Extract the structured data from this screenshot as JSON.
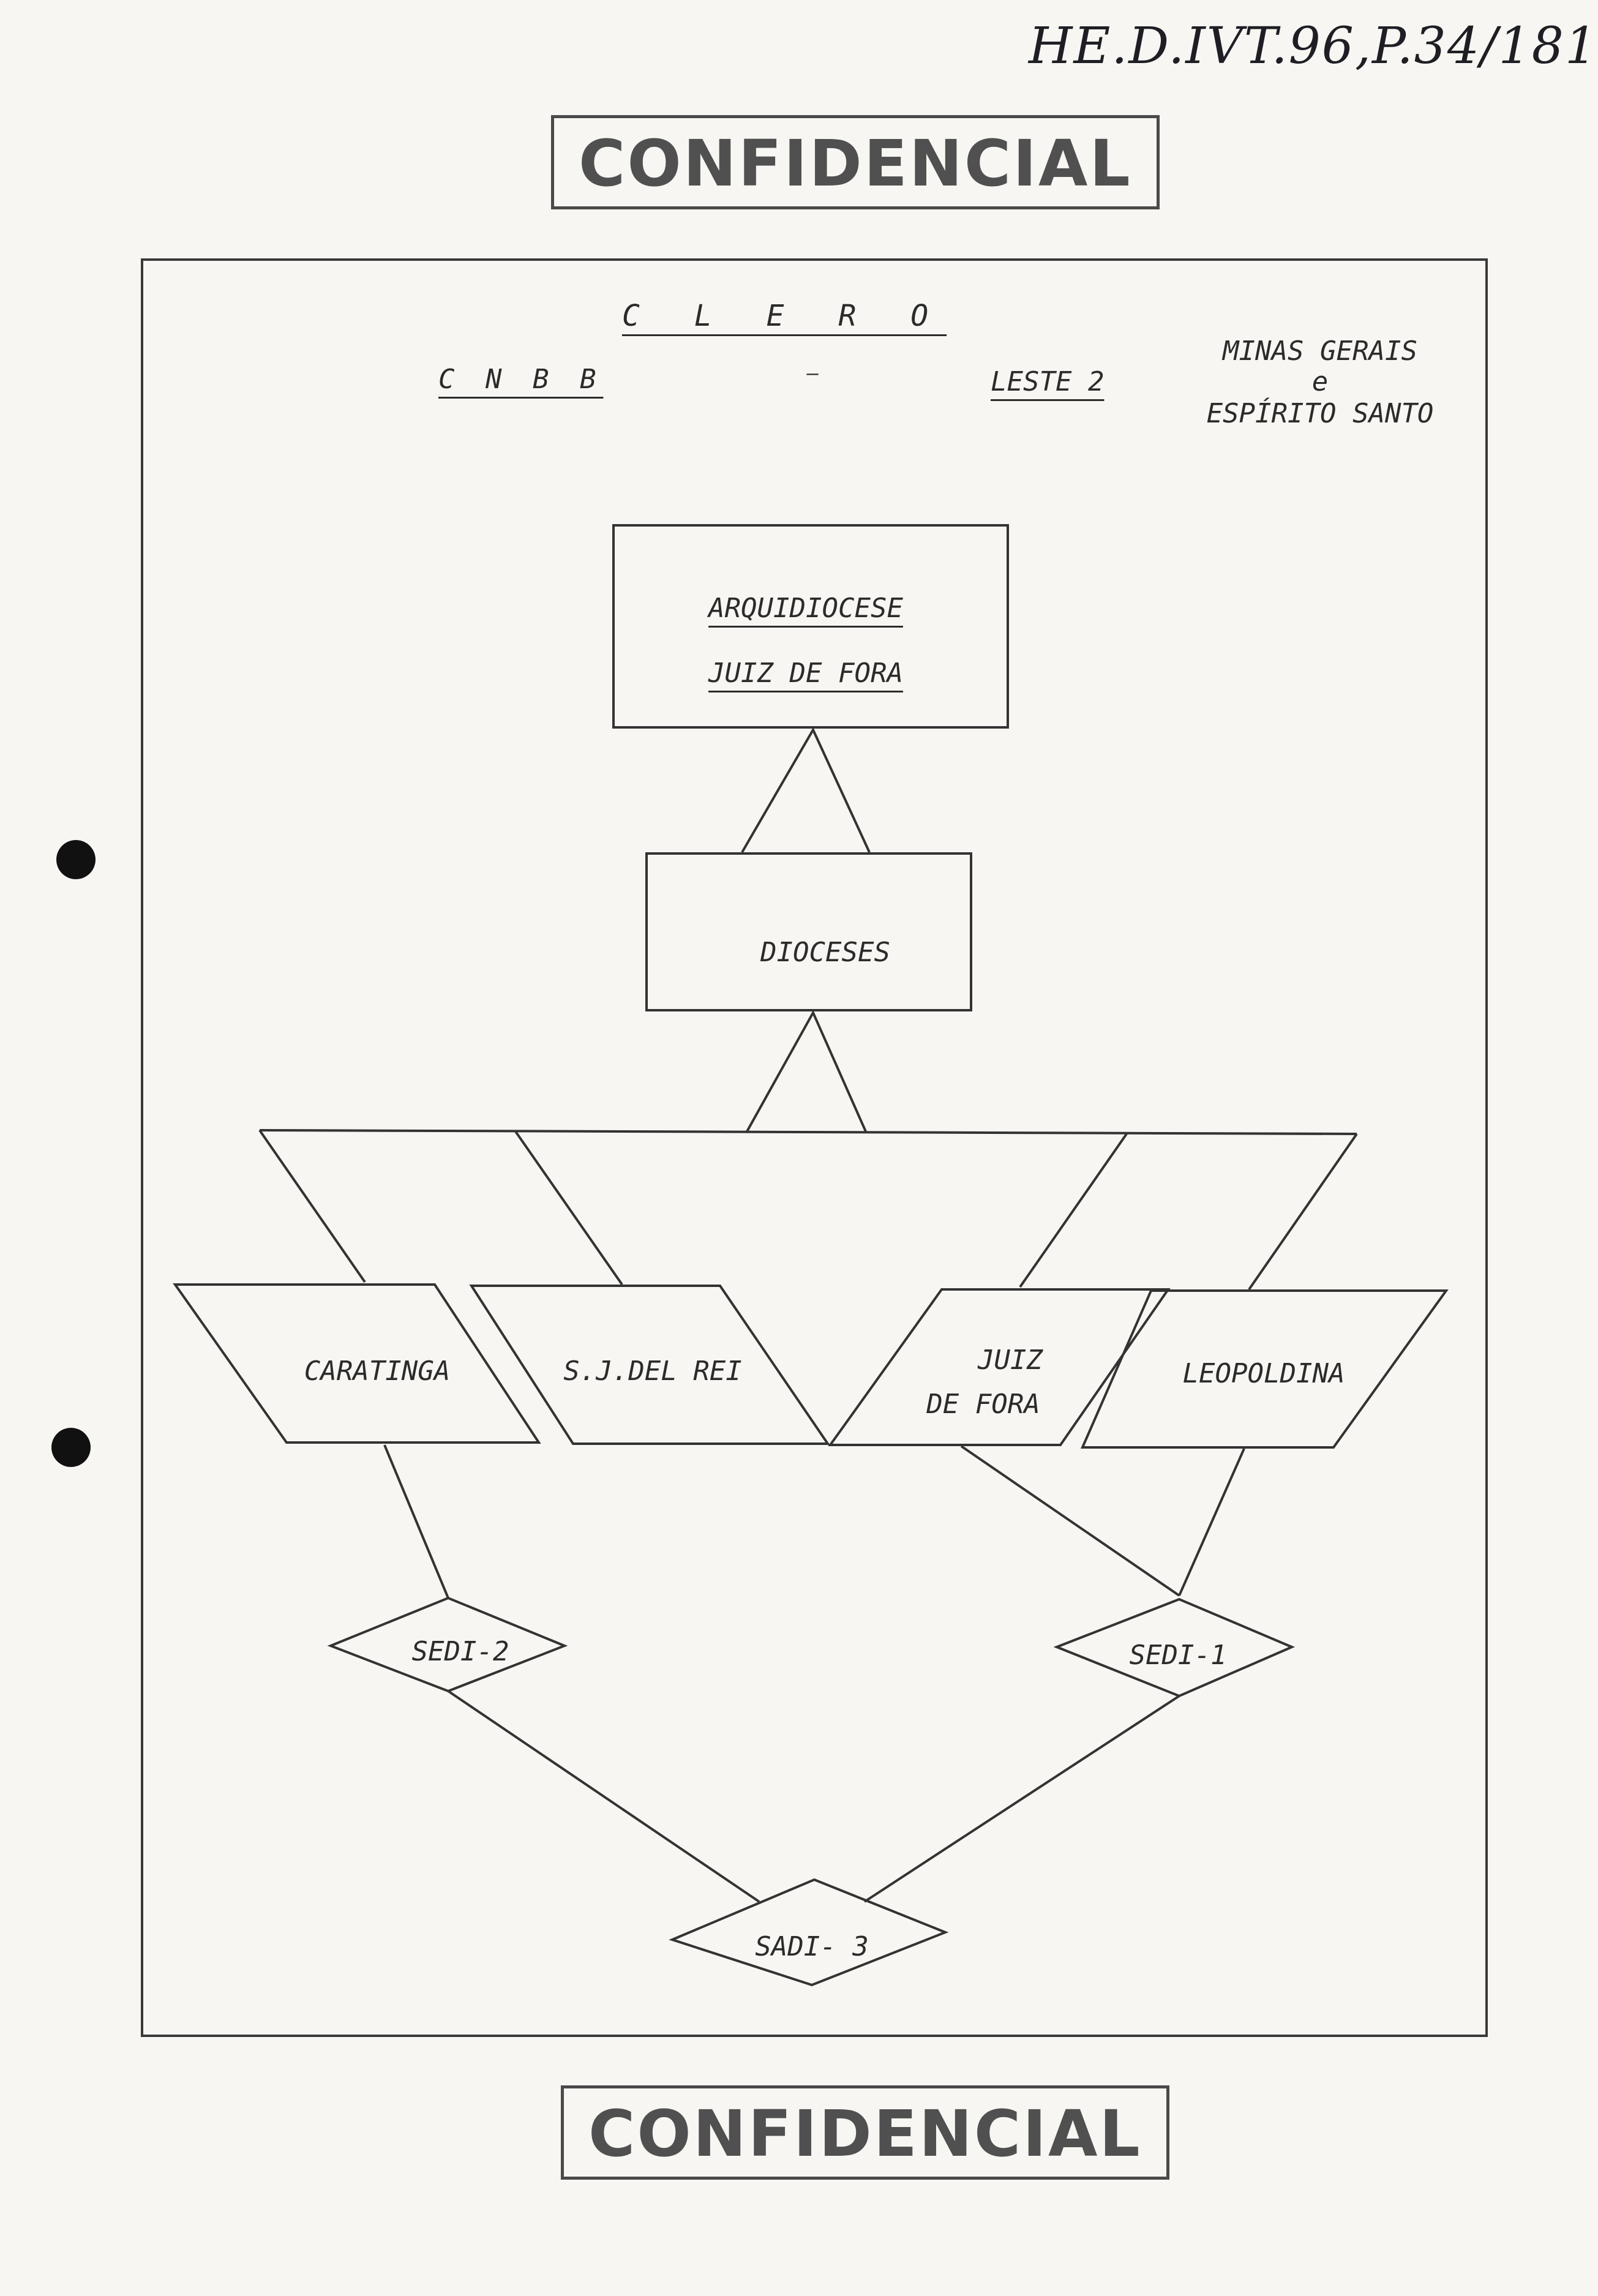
{
  "header": {
    "reference": "HE.D.IVT.96,P.34/181",
    "stamp_top": "CONFIDENCIAL",
    "stamp_bottom": "CONFIDENCIAL"
  },
  "title": {
    "main": "C L E R O",
    "left": "C N B B",
    "dash": "–",
    "middle": "LESTE 2",
    "right_line1": "MINAS GERAIS",
    "right_line2": "e",
    "right_line3": "ESPÍRITO SANTO"
  },
  "nodes": {
    "archdiocese_line1": "ARQUIDIOCESE",
    "archdiocese_line2": "JUIZ DE FORA",
    "dioceses": "DIOCESES",
    "caratinga": "CARATINGA",
    "sjdelrei": "S.J.DEL REI",
    "juizdefora_line1": "JUIZ",
    "juizdefora_line2": "DE FORA",
    "leopoldina": "LEOPOLDINA",
    "sedi2": "SEDI-2",
    "sedi1": "SEDI-1",
    "sadi3": "SADI- 3"
  }
}
